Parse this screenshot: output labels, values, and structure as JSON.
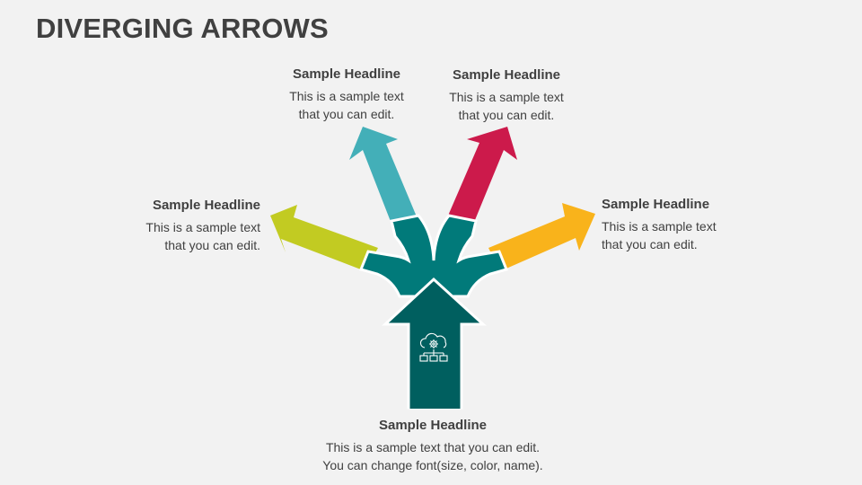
{
  "slide": {
    "title": "DIVERGING ARROWS"
  },
  "colors": {
    "background": "#f2f2f2",
    "text": "#404040",
    "main_arrow": "#005F5F",
    "hub": "#017A7A",
    "arrow_lime": "#C2CB22",
    "arrow_cyan": "#43AFB8",
    "arrow_red": "#CC1A4B",
    "arrow_yellow": "#F9B31B"
  },
  "items": [
    {
      "position": "top-left",
      "headline": "Sample Headline",
      "text_line1": "This is a sample text",
      "text_line2": "that you can edit.",
      "color": "#43AFB8"
    },
    {
      "position": "top-right",
      "headline": "Sample Headline",
      "text_line1": "This is a sample text",
      "text_line2": "that you can edit.",
      "color": "#CC1A4B"
    },
    {
      "position": "left",
      "headline": "Sample Headline",
      "text_line1": "This is a sample text",
      "text_line2": "that you can edit.",
      "color": "#C2CB22"
    },
    {
      "position": "right",
      "headline": "Sample Headline",
      "text_line1": "This is a sample text",
      "text_line2": "that you can edit.",
      "color": "#F9B31B"
    },
    {
      "position": "bottom",
      "headline": "Sample Headline",
      "text_line1": "This is a sample text that you can edit.",
      "text_line2": "You can change font(size, color, name).",
      "color": "#005F5F"
    }
  ],
  "icons": {
    "main_arrow_icon": "cloud-gear-network-icon"
  }
}
